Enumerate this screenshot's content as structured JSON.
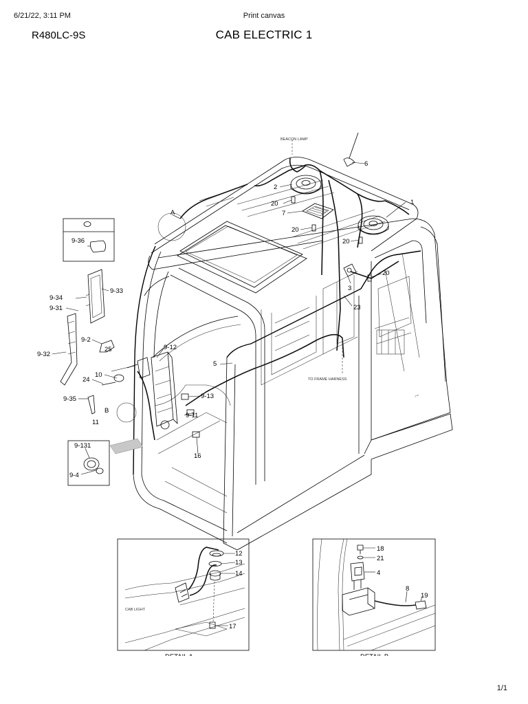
{
  "header": {
    "date_time": "6/21/22, 3:11 PM",
    "title": "Print canvas",
    "page": "1/1"
  },
  "document": {
    "model": "R480LC-9S",
    "title": "CAB ELECTRIC 1"
  },
  "diagram": {
    "notes": {
      "beacon_lamp": "BEACON LAMP",
      "to_frame_harness": "TO FRAME HARNESS",
      "cab_light": "CAB LIGHT"
    },
    "detail_refs": {
      "a": "A",
      "b": "B"
    },
    "callouts": {
      "c1": "1",
      "c2": "2",
      "c3": "3",
      "c6": "6",
      "c7": "7",
      "c20a": "20",
      "c20b": "20",
      "c20c": "20",
      "c20d": "20",
      "c23": "23",
      "c5": "5",
      "c9_36": "9-36",
      "c9_34": "9-34",
      "c9_33": "9-33",
      "c9_31": "9-31",
      "c9_2": "9-2",
      "c9_32": "9-32",
      "c9_12": "9-12",
      "c25": "25",
      "c10": "10",
      "c24": "24",
      "c9_35": "9-35",
      "c11": "11",
      "c9_13": "9-13",
      "c9_11": "9-11",
      "c16": "16",
      "c9_131": "9-131",
      "c9_4": "9-4",
      "d12": "12",
      "d13": "13",
      "d14": "14",
      "d17": "17",
      "d18": "18",
      "d21": "21",
      "d4": "4",
      "d8": "8",
      "d19": "19"
    },
    "detail_a_label": "DETAIL A",
    "detail_b_label": "DETAIL B"
  }
}
